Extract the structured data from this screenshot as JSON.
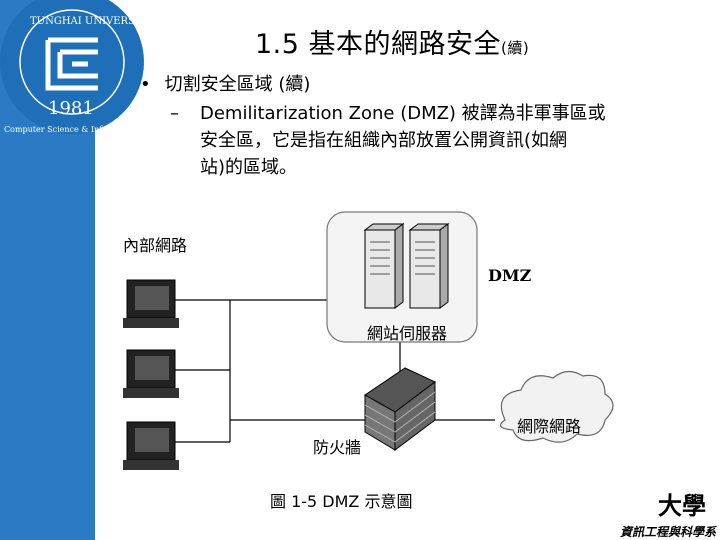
{
  "logo": {
    "university": "TUNGHAI UNIVERSITY",
    "year": "1981",
    "department": "Computer Science & Information Engineering"
  },
  "title": {
    "main": "1.5 基本的網路安全",
    "suffix": "(續)"
  },
  "bullet": {
    "marker": "•",
    "text": "切割安全區域 (續)"
  },
  "sub": {
    "marker": "–",
    "lines": [
      "Demilitarization Zone (DMZ) 被譯為非軍事區或",
      "安全區，它是指在組織內部放置公開資訊(如網",
      "站)的區域。"
    ]
  },
  "figure": {
    "internal_network": "內部網路",
    "dmz": "DMZ",
    "web_server": "網站伺服器",
    "firewall": "防火牆",
    "internet": "網際網路"
  },
  "caption": "圖 1-5 DMZ 示意圖",
  "corner_text": {
    "top": "大學",
    "bottom": "資訊工程與科學系"
  },
  "colors": {
    "sidebar": "#2a7bc4"
  }
}
